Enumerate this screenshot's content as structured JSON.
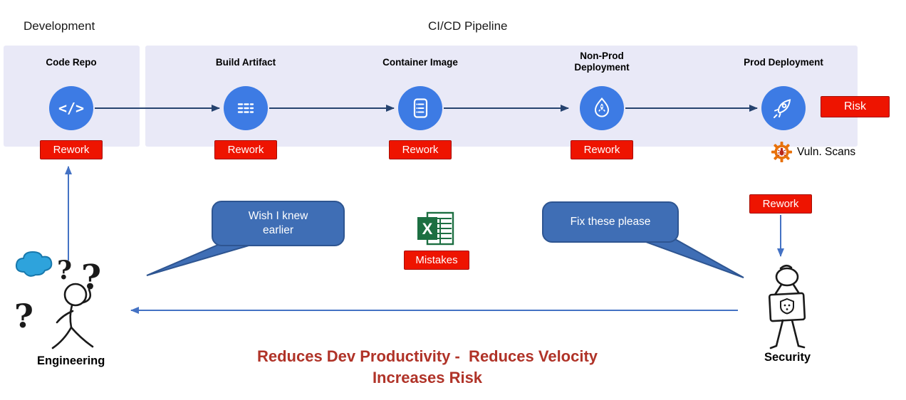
{
  "header": {
    "development": "Development",
    "cicd": "CI/CD Pipeline"
  },
  "stages": [
    {
      "title": "Code Repo",
      "icon": "code-icon",
      "rework_label": "Rework"
    },
    {
      "title": "Build Artifact",
      "icon": "build-artifact-icon",
      "rework_label": "Rework"
    },
    {
      "title": "Container Image",
      "icon": "container-image-icon",
      "rework_label": "Rework"
    },
    {
      "title": "Non-Prod\nDeployment",
      "icon": "nonprod-deploy-icon",
      "rework_label": "Rework"
    },
    {
      "title": "Prod Deployment",
      "icon": "prod-rocket-icon"
    }
  ],
  "labels": {
    "risk": "Risk",
    "vuln_scans": "Vuln. Scans",
    "security_rework": "Rework",
    "mistakes": "Mistakes",
    "engineering": "Engineering",
    "security": "Security"
  },
  "speech_bubbles": {
    "wish": "Wish I knew\nearlier",
    "fix": "Fix these please"
  },
  "footer": {
    "line1": "Reduces Dev Productivity -  Reduces Velocity",
    "line2": "Increases Risk"
  },
  "colors": {
    "panel": "#e9e9f7",
    "circle_blue": "#3d7be4",
    "badge_red": "#ee1400",
    "badge_border": "#a50d00",
    "bubble_blue": "#3f6eb5",
    "bubble_border": "#2e5591",
    "arrow_navy": "#26436f",
    "arrow_blue": "#4472c4",
    "footer_red": "#b03328",
    "excel_green": "#1d6f42",
    "gear_orange": "#e8710a"
  }
}
